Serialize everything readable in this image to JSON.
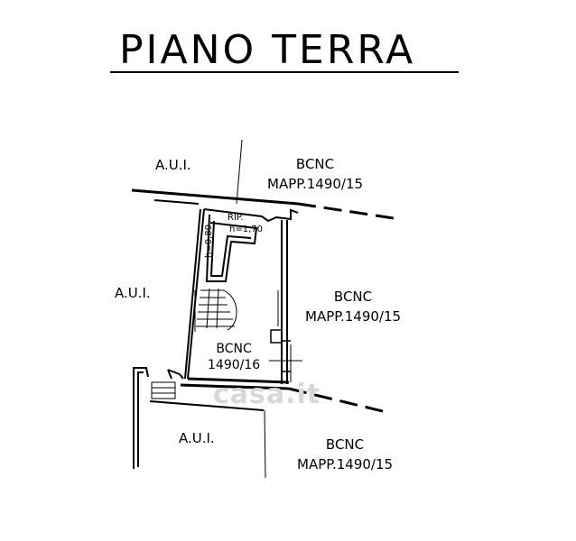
{
  "title": "PIANO TERRA",
  "labels": {
    "aui_top": "A.U.I.",
    "aui_left": "A.U.I.",
    "aui_bottom": "A.U.I.",
    "bcnc_top": {
      "line1": "BCNC",
      "line2": "MAPP.1490/15"
    },
    "bcnc_right": {
      "line1": "BCNC",
      "line2": "MAPP.1490/15"
    },
    "bcnc_bottom": {
      "line1": "BCNC",
      "line2": "MAPP.1490/15"
    },
    "bcnc_unit": {
      "line1": "BCNC",
      "line2": "1490/16"
    },
    "rip": "RIP.",
    "h170": "h=1,70",
    "h080": "h=0,80"
  },
  "watermark": "casa.it"
}
